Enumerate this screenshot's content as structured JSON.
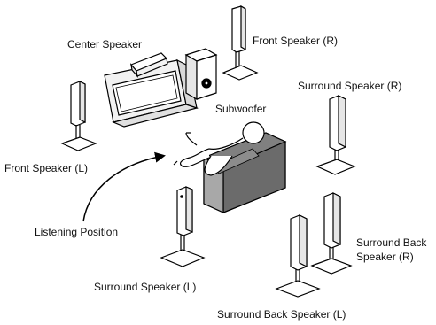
{
  "labels": {
    "center_speaker": "Center Speaker",
    "front_right": "Front Speaker (R)",
    "subwoofer": "Subwoofer",
    "surround_right": "Surround Speaker (R)",
    "front_left": "Front Speaker (L)",
    "listening_position": "Listening Position",
    "surround_back_right_line1": "Surround Back",
    "surround_back_right_line2": "Speaker (R)",
    "surround_left": "Surround Speaker (L)",
    "surround_back_left": "Surround Back Speaker (L)"
  },
  "colors": {
    "stroke": "#000000",
    "speaker_fill": "#ffffff",
    "speaker_shade": "#e6e6e6",
    "sofa_dark": "#5a5a5a",
    "sofa_mid": "#808080",
    "sofa_light": "#a8a8a8",
    "tv_fill": "#f2f2f2",
    "screen_fill": "#ffffff"
  }
}
